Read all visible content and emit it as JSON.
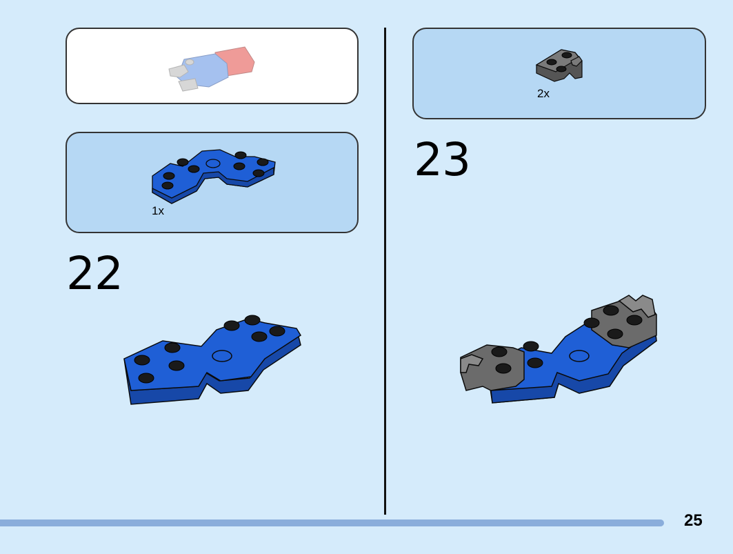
{
  "left_column": {
    "parts_quantity": "1x",
    "step_number": "22"
  },
  "right_column": {
    "parts_quantity": "2x",
    "step_number": "23"
  },
  "footer": {
    "page_number": "25"
  },
  "colors": {
    "page_background": "#d5ebfb",
    "parts_box": "#b6d8f4",
    "brick_blue": "#1f5fd6",
    "brick_gray": "#6b6b6b",
    "progress_bar": "#8aaddb"
  }
}
